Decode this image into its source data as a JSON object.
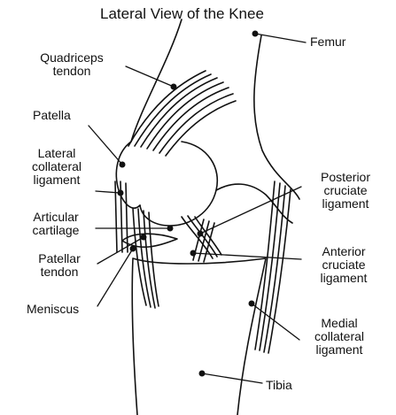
{
  "title": "Lateral View of the Knee",
  "labels": {
    "femur": "Femur",
    "quadriceps_1": "Quadriceps",
    "quadriceps_2": "tendon",
    "patella": "Patella",
    "lcl_1": "Lateral",
    "lcl_2": "collateral",
    "lcl_3": "ligament",
    "articular_1": "Articular",
    "articular_2": "cartilage",
    "patellar_1": "Patellar",
    "patellar_2": "tendon",
    "meniscus": "Meniscus",
    "pcl_1": "Posterior",
    "pcl_2": "cruciate",
    "pcl_3": "ligament",
    "acl_1": "Anterior",
    "acl_2": "cruciate",
    "acl_3": "ligament",
    "mcl_1": "Medial",
    "mcl_2": "collateral",
    "mcl_3": "ligament",
    "tibia": "Tibia"
  },
  "colors": {
    "ink": "#111111",
    "background": "#ffffff"
  }
}
